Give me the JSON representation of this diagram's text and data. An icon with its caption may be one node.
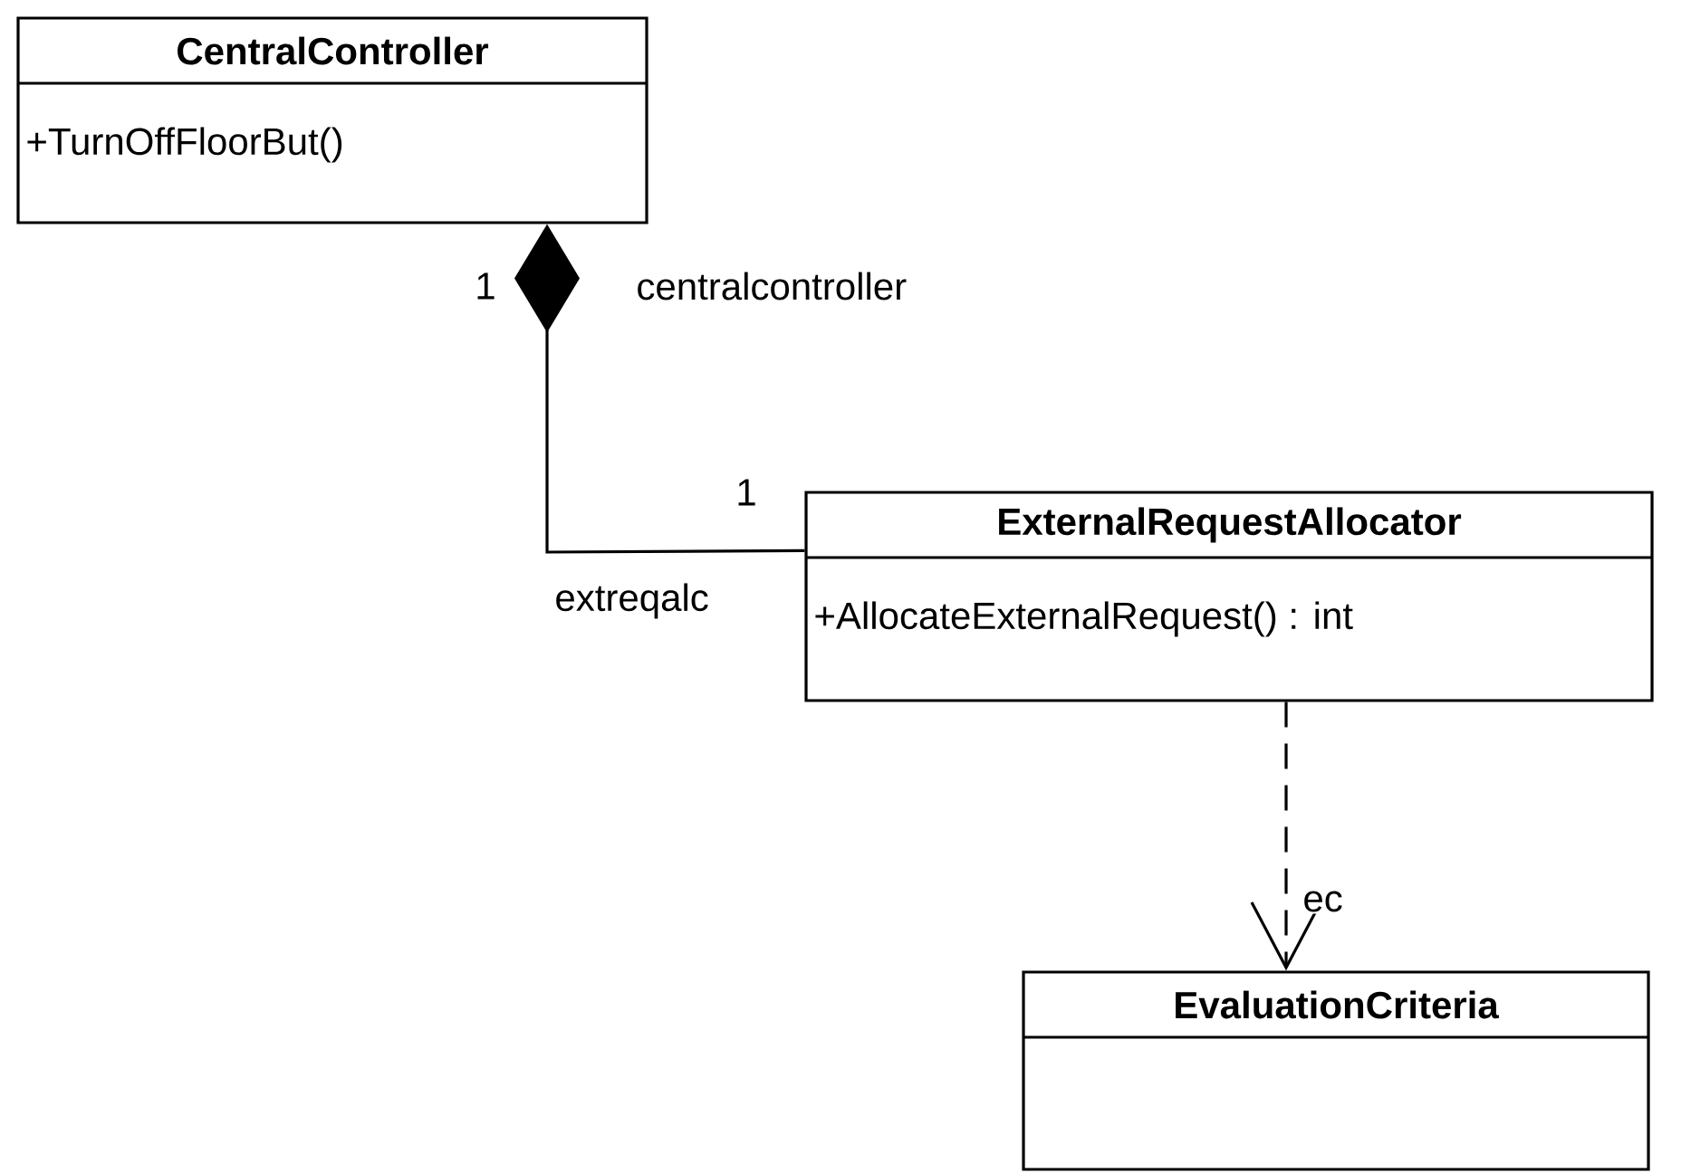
{
  "diagram": {
    "nodes": [
      {
        "text": [
          "CentralController",
          "+TurnOffFloorBut()"
        ]
      },
      {
        "text": [
          "ExternalRequestAllocator",
          "+AllocateExternalRequest() : int"
        ]
      },
      {
        "text": [
          "EvaluationCriteria"
        ]
      }
    ],
    "edges": [
      {
        "from": 1,
        "to": 0,
        "arrow": "other"
      },
      {
        "from": 1,
        "to": 2,
        "arrow": "to",
        "style": "dashed",
        "label": "ec"
      }
    ],
    "labels": [
      "1",
      "centralcontroller",
      "1",
      "extreqalc"
    ]
  }
}
